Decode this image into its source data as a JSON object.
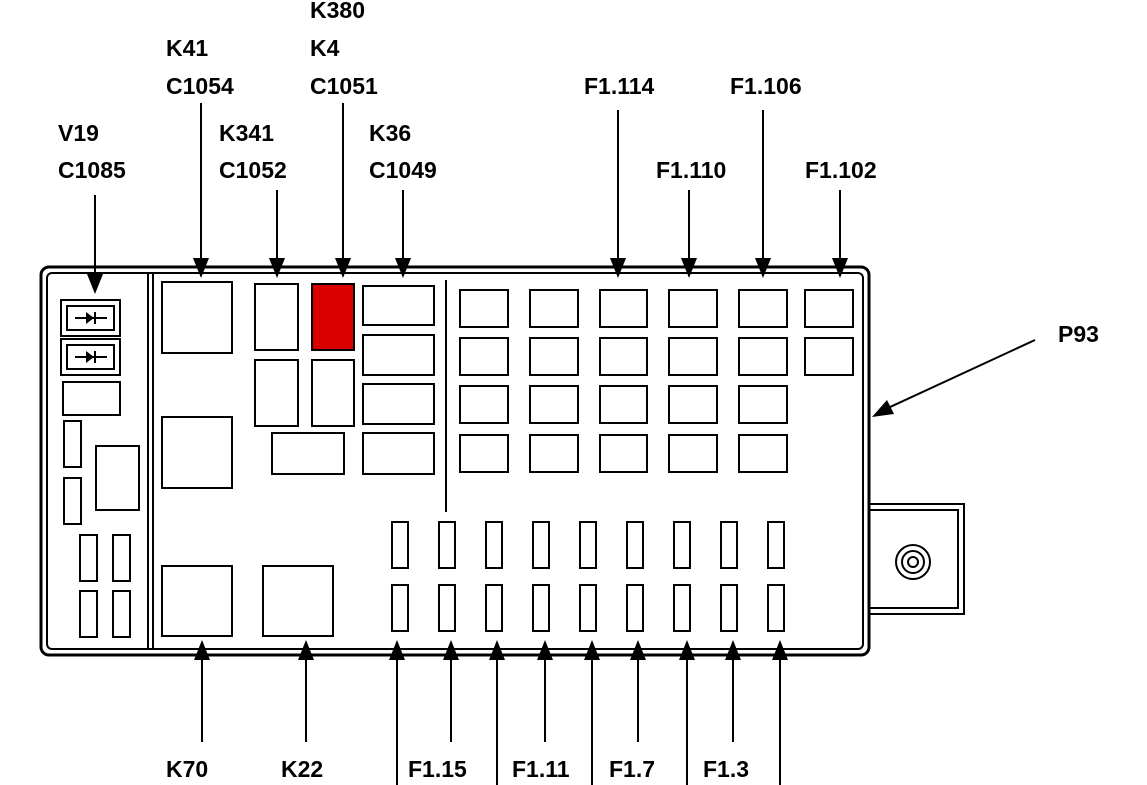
{
  "labels": {
    "k380": "K380",
    "k41": "K41",
    "k4": "K4",
    "c1054": "C1054",
    "c1051": "C1051",
    "v19": "V19",
    "k341": "K341",
    "k36": "K36",
    "c1085": "C1085",
    "c1052": "C1052",
    "c1049": "C1049",
    "f1_114": "F1.114",
    "f1_106": "F1.106",
    "f1_110": "F1.110",
    "f1_102": "F1.102",
    "p93": "P93",
    "k70": "K70",
    "k22": "K22",
    "f1_15": "F1.15",
    "f1_11": "F1.11",
    "f1_7": "F1.7",
    "f1_3": "F1.3"
  },
  "colors": {
    "highlight": "#d90000",
    "line": "#000000"
  },
  "highlighted_component": "K4 / C1051",
  "icons": {
    "diode": "diode-icon",
    "mounting_bolt": "mounting-bolt-icon"
  }
}
